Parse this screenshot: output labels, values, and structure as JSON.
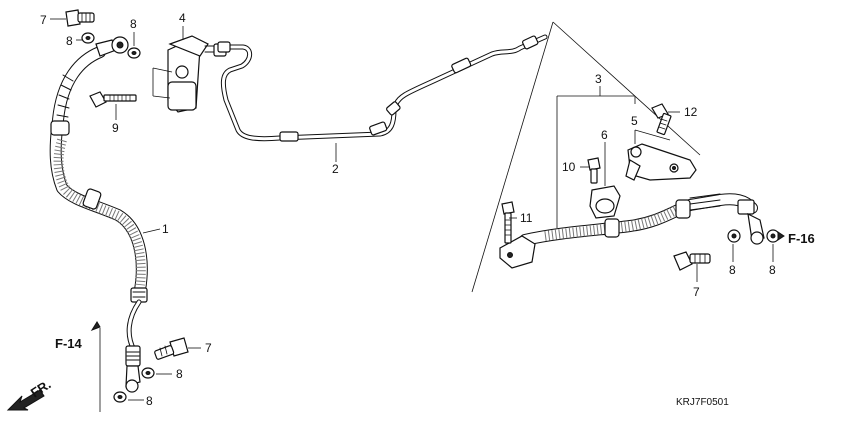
{
  "callouts": {
    "c1": "1",
    "c2": "2",
    "c3": "3",
    "c4": "4",
    "c5": "5",
    "c6": "6",
    "c7a": "7",
    "c7b": "7",
    "c7c": "7",
    "c8a": "8",
    "c8b": "8",
    "c8c": "8",
    "c8d": "8",
    "c8e": "8",
    "c8f": "8",
    "c9": "9",
    "c10": "10",
    "c11": "11",
    "c12": "12"
  },
  "references": {
    "f14": "F-14",
    "f16": "F-16",
    "front": "FR."
  },
  "diagram_code": "KRJ7F0501"
}
